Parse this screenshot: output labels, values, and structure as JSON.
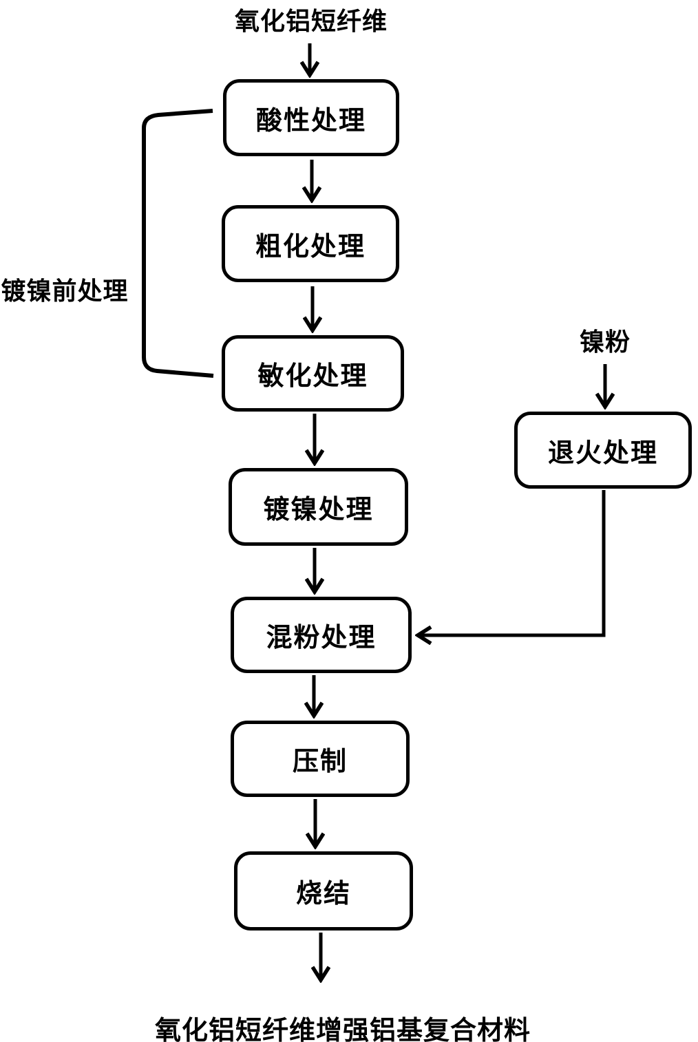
{
  "diagram": {
    "background_color": "#ffffff",
    "line_color": "#000000",
    "top_label": "氧化铝短纤维",
    "bottom_label": "氧化铝短纤维增强铝基复合材料",
    "side_label": "镀镍前处理",
    "branch_input_label": "镍粉",
    "main_nodes": [
      {
        "label": "酸性处理"
      },
      {
        "label": "粗化处理"
      },
      {
        "label": "敏化处理"
      },
      {
        "label": "镀镍处理"
      },
      {
        "label": "混粉处理"
      },
      {
        "label": "压制"
      },
      {
        "label": "烧结"
      }
    ],
    "branch_nodes": [
      {
        "label": "退火处理"
      }
    ]
  }
}
